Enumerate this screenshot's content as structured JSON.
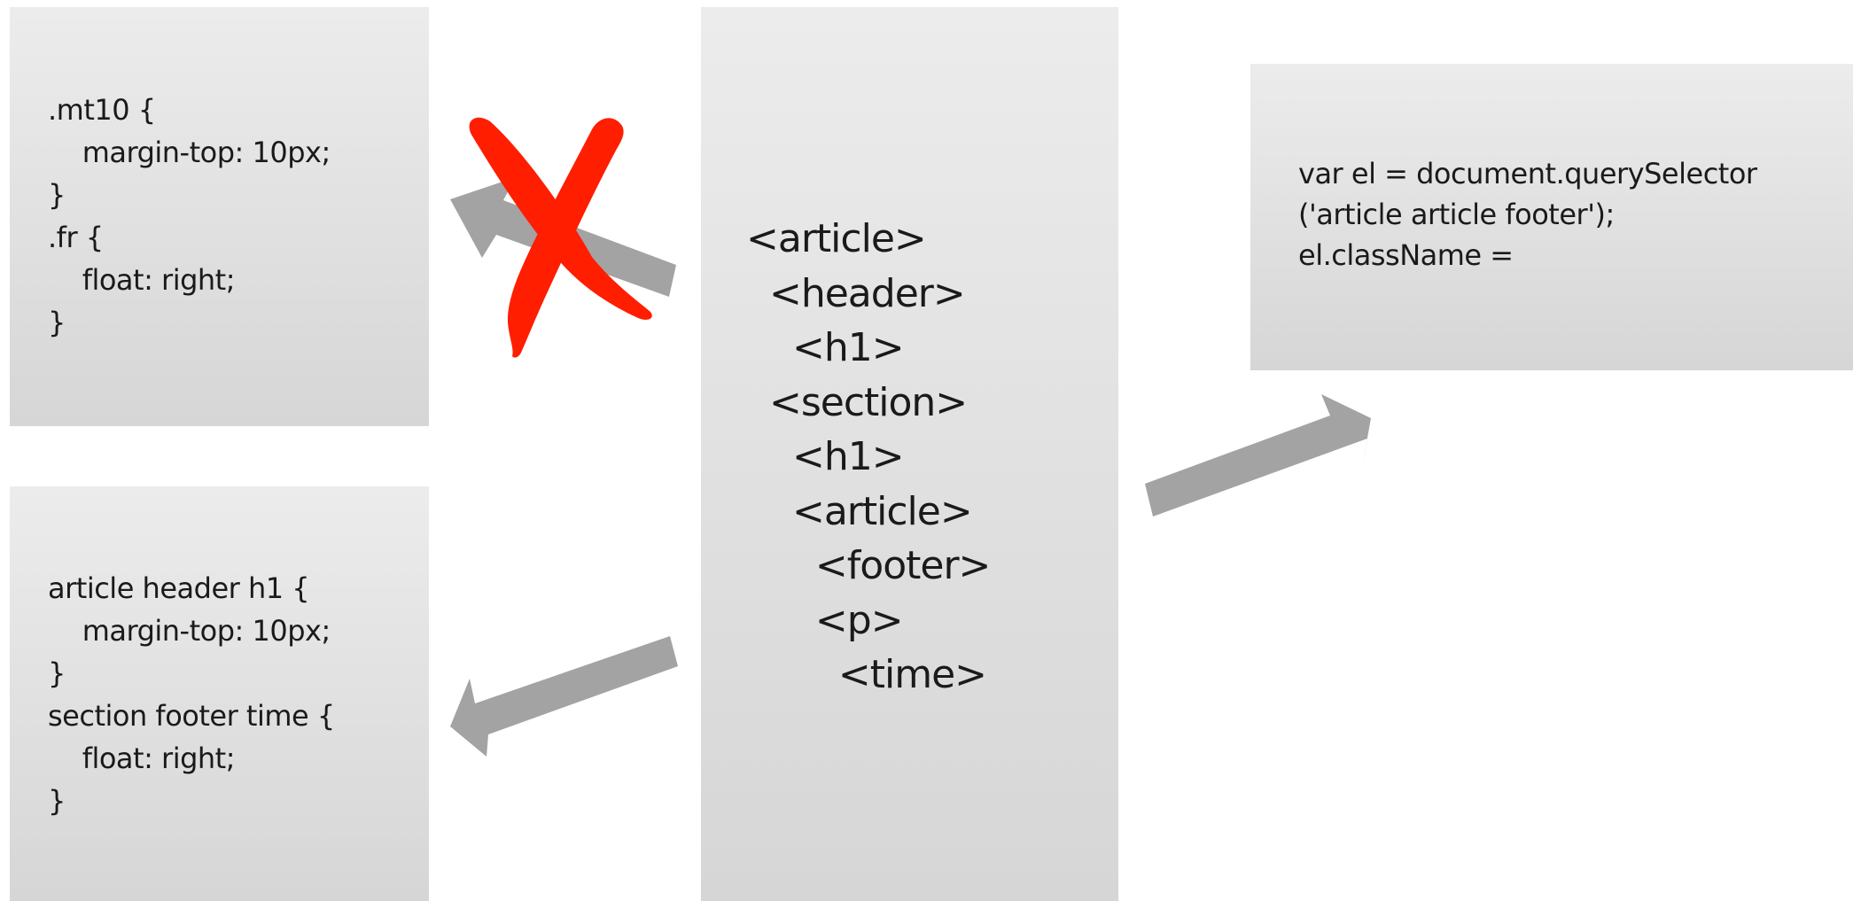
{
  "css_bad": {
    "lines": [
      ".mt10 {",
      "    margin-top: 10px;",
      "}",
      ".fr {",
      "    float: right;",
      "}"
    ]
  },
  "css_good": {
    "lines": [
      "article header h1 {",
      "    margin-top: 10px;",
      "}",
      "section footer time {",
      "    float: right;",
      "}"
    ]
  },
  "html_tree": {
    "lines": [
      "<article>",
      "  <header>",
      "    <h1>",
      "  <section>",
      "    <h1>",
      "    <article>",
      "      <footer>",
      "      <p>",
      "        <time>"
    ]
  },
  "js": {
    "lines": [
      "var el = document.querySelector",
      "('article article footer');",
      "el.className ="
    ]
  },
  "colors": {
    "arrow": "#a3a3a3",
    "cross": "#ff1e00",
    "panel_top": "#ececec",
    "panel_bottom": "#d6d6d6"
  },
  "icons": {
    "cross": "red-x-icon",
    "arrows": "arrow-icon"
  }
}
